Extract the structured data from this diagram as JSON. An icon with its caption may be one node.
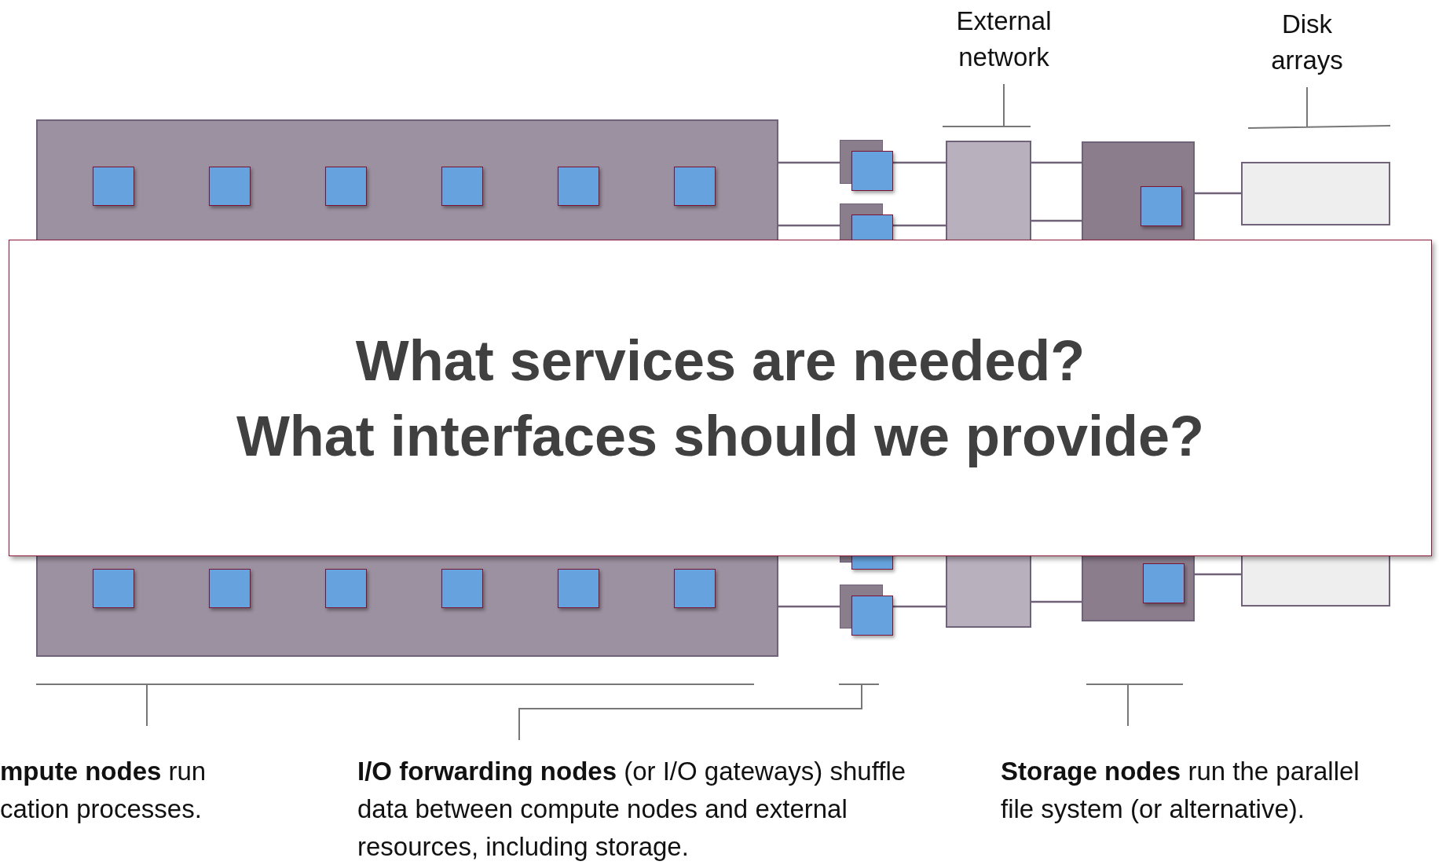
{
  "diagram": {
    "nodes": [
      {
        "text": [],
        "shape": "box"
      },
      {
        "text": [],
        "shape": "box",
        "in": 0
      },
      {
        "text": [],
        "shape": "box",
        "in": 0
      },
      {
        "text": [],
        "shape": "box",
        "in": 0
      },
      {
        "text": [],
        "shape": "box",
        "in": 0
      },
      {
        "text": [],
        "shape": "box",
        "in": 0
      },
      {
        "text": [],
        "shape": "box",
        "in": 0
      },
      {
        "text": [],
        "shape": "box"
      },
      {
        "text": [],
        "shape": "box"
      },
      {
        "text": [],
        "shape": "box"
      },
      {
        "text": [],
        "shape": "box"
      },
      {
        "text": [],
        "shape": "box",
        "in": 10
      },
      {
        "text": [],
        "shape": "box"
      },
      {
        "text": [
          "What services are needed?",
          "What interfaces should we provide?"
        ]
      },
      {
        "text": [],
        "shape": "box"
      },
      {
        "text": [],
        "shape": "box",
        "in": 14
      },
      {
        "text": [],
        "shape": "box",
        "in": 14
      },
      {
        "text": [],
        "shape": "box",
        "in": 14
      },
      {
        "text": [],
        "shape": "box",
        "in": 14
      },
      {
        "text": [],
        "shape": "box",
        "in": 14
      },
      {
        "text": [],
        "shape": "box",
        "in": 14
      },
      {
        "text": [],
        "shape": "box"
      },
      {
        "text": [],
        "shape": "box"
      },
      {
        "text": [],
        "shape": "box"
      },
      {
        "text": [],
        "shape": "box"
      },
      {
        "text": [],
        "shape": "box",
        "in": 24
      },
      {
        "text": [],
        "shape": "box"
      }
    ],
    "edges": [
      {
        "from": 0,
        "to": 7,
        "arrow": "none"
      },
      {
        "from": 0,
        "to": 8,
        "arrow": "none"
      },
      {
        "from": 7,
        "to": 9,
        "arrow": "none"
      },
      {
        "from": 8,
        "to": 9,
        "arrow": "none"
      },
      {
        "from": 9,
        "to": 10,
        "arrow": "none"
      },
      {
        "from": 9,
        "to": 10,
        "arrow": "none"
      },
      {
        "from": 10,
        "to": 12,
        "arrow": "none"
      },
      {
        "from": 14,
        "to": 22,
        "arrow": "none"
      },
      {
        "from": 22,
        "to": 23,
        "arrow": "none"
      },
      {
        "from": 23,
        "to": 24,
        "arrow": "none"
      },
      {
        "from": 24,
        "to": 26,
        "arrow": "none"
      }
    ],
    "labels": [
      "External network",
      "Disk arrays",
      "**mpute nodes** run cation processes.",
      "**I/O forwarding nodes** (or I/O gateways) shuffle data between compute nodes and external resources, including storage.",
      "**Storage nodes** run the parallel file system (or alternative)."
    ]
  }
}
